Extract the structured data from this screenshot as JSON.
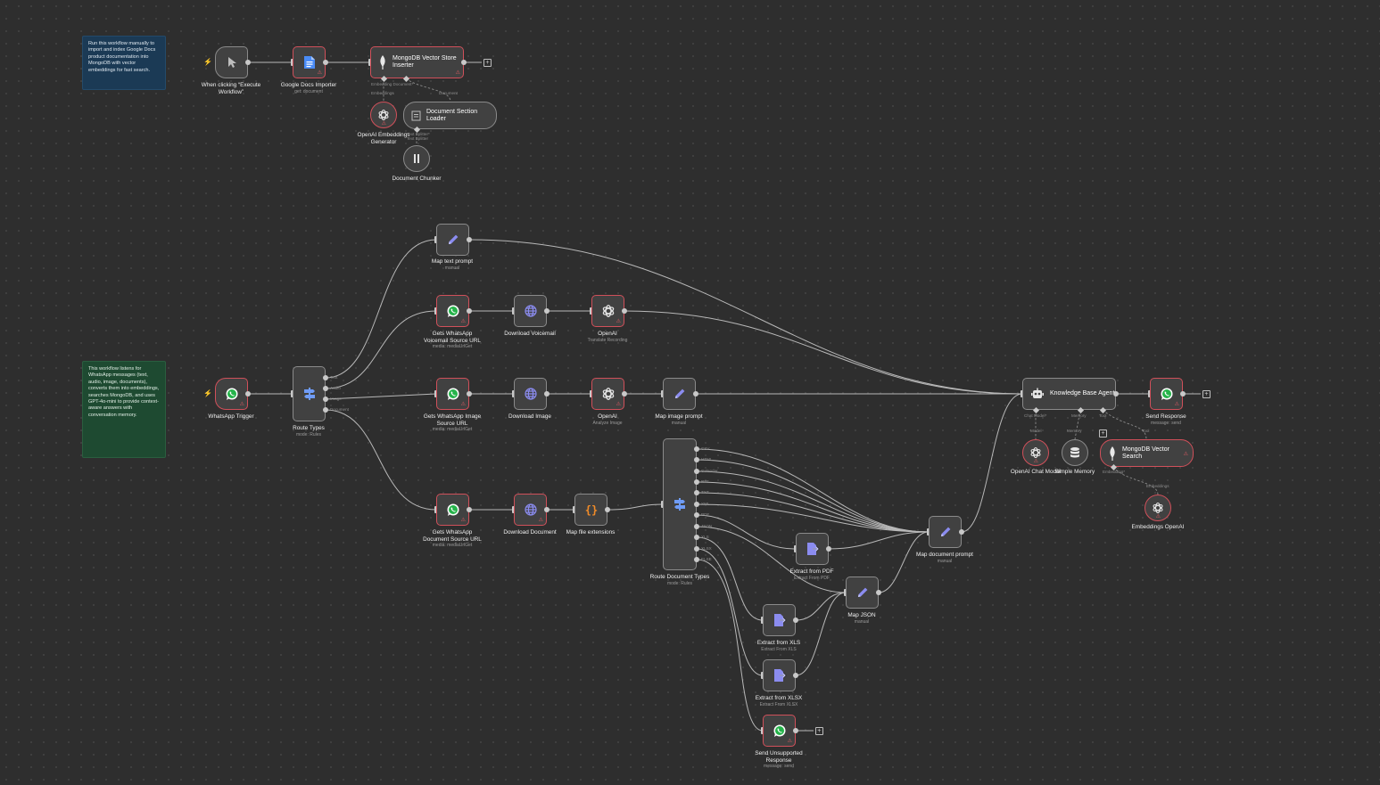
{
  "sticky_notes": {
    "import": "Run this workflow manually to import and index Google Docs product documentation into MongoDB with vector embeddings for fast search.",
    "whatsapp": "This workflow listens for WhatsApp messages (text, audio, image, documents), converts them into embeddings, searches MongoDB, and uses GPT-4o-mini to provide context-aware answers with conversation memory."
  },
  "nodes": {
    "manual_trigger": {
      "label": "When clicking “Execute Workflow”",
      "icon": "cursor-icon"
    },
    "gdocs": {
      "label": "Google Docs Importer",
      "sub": "get: document",
      "icon": "google-docs-icon"
    },
    "mongo_inserter": {
      "label": "MongoDB Vector Store Inserter",
      "icon": "mongodb-leaf-icon"
    },
    "openai_emb_gen": {
      "label": "OpenAI Embeddings Generator",
      "icon": "openai-icon"
    },
    "doc_loader": {
      "label": "Document Section Loader",
      "icon": "document-icon"
    },
    "doc_chunker": {
      "label": "Document Chunker",
      "icon": "splitter-icon"
    },
    "whatsapp_trigger": {
      "label": "WhatsApp Trigger",
      "icon": "whatsapp-icon"
    },
    "route_types": {
      "label": "Route Types",
      "sub": "mode: Rules",
      "icon": "switch-icon",
      "outputs": [
        "Text",
        "Audio",
        "Image",
        "Document"
      ]
    },
    "map_text": {
      "label": "Map text prompt",
      "sub": "manual",
      "icon": "pencil-icon"
    },
    "gets_voicemail": {
      "label": "Gets WhatsApp Voicemail Source URL",
      "sub": "media: mediaUrlGet",
      "icon": "whatsapp-icon"
    },
    "download_voicemail": {
      "label": "Download Voicemail",
      "icon": "globe-icon"
    },
    "openai_translate": {
      "label": "OpenAI",
      "sub": "Translate Recording",
      "icon": "openai-icon"
    },
    "gets_image": {
      "label": "Gets WhatsApp Image Source URL",
      "sub": "media: mediaUrlGet",
      "icon": "whatsapp-icon"
    },
    "download_image": {
      "label": "Download Image",
      "icon": "globe-icon"
    },
    "openai_analyze": {
      "label": "OpenAI",
      "sub": "Analyze Image",
      "icon": "openai-icon"
    },
    "map_image": {
      "label": "Map image prompt",
      "sub": "manual",
      "icon": "pencil-icon"
    },
    "gets_document": {
      "label": "Gets WhatsApp Document Source URL",
      "sub": "media: mediaUrlGet",
      "icon": "whatsapp-icon"
    },
    "download_document": {
      "label": "Download Document",
      "icon": "globe-icon"
    },
    "map_ext": {
      "label": "Map file extensions",
      "icon": "code-braces-icon"
    },
    "route_docs": {
      "label": "Route Document Types",
      "sub": "mode: Rules",
      "icon": "switch-icon",
      "outputs": [
        "CSV",
        "HTML",
        "Calendar",
        "RTF",
        "TXT",
        "XML",
        "PDF",
        "JSON",
        "XLS",
        "XLSX",
        "ELSE"
      ]
    },
    "extract_pdf": {
      "label": "Extract from PDF",
      "sub": "Extract From PDF",
      "icon": "extract-file-icon"
    },
    "map_json": {
      "label": "Map JSON",
      "sub": "manual",
      "icon": "pencil-icon"
    },
    "extract_xls": {
      "label": "Extract from XLS",
      "sub": "Extract From XLS",
      "icon": "extract-file-icon"
    },
    "extract_xlsx": {
      "label": "Extract from XLSX",
      "sub": "Extract From XLSX",
      "icon": "extract-file-icon"
    },
    "send_unsupported": {
      "label": "Send Unsupported Response",
      "sub": "message: send",
      "icon": "whatsapp-icon"
    },
    "map_doc_prompt": {
      "label": "Map document prompt",
      "sub": "manual",
      "icon": "pencil-icon"
    },
    "kb_agent": {
      "label": "Knowledge Base Agent",
      "icon": "robot-icon"
    },
    "send_response": {
      "label": "Send Response",
      "sub": "message: send",
      "icon": "whatsapp-icon"
    },
    "openai_chat": {
      "label": "OpenAI Chat Model",
      "icon": "openai-icon"
    },
    "simple_memory": {
      "label": "Simple Memory",
      "icon": "database-icon"
    },
    "mongo_search": {
      "label": "MongoDB Vector Search",
      "icon": "mongodb-leaf-icon"
    },
    "emb_openai": {
      "label": "Embeddings OpenAI",
      "icon": "openai-icon"
    }
  },
  "connector_labels": {
    "embedding_doc": "Embedding Document*",
    "embeddings": "Embeddings",
    "document": "Document",
    "text_splitter": "Text Splitter",
    "text_splitter_small": "Text Splitter*",
    "chat_model_star": "Chat Model*",
    "model": "Model",
    "memory": "Memory",
    "memory_top": "Memory",
    "tool": "Tool",
    "tool_small": "Tool",
    "embedding_star": "Embedding*",
    "embeddings_small": "Embeddings"
  }
}
